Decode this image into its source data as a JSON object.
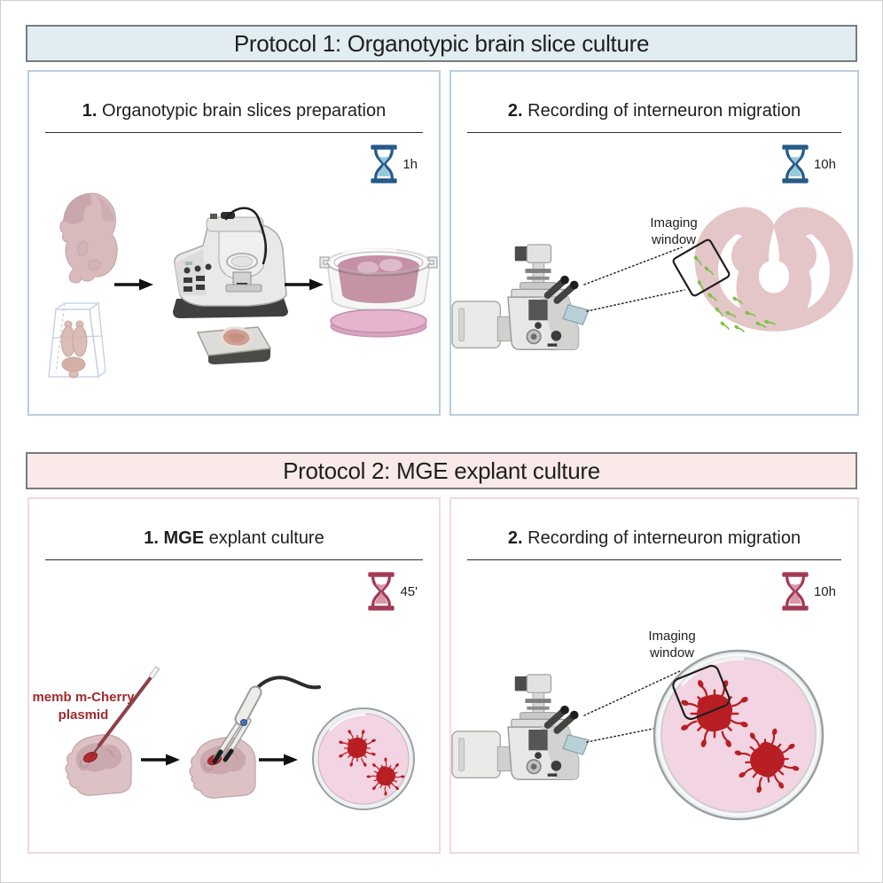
{
  "protocol1": {
    "title": "Protocol 1: Organotypic brain slice culture",
    "step1": {
      "number": "1. ",
      "title": "Organotypic brain slices preparation",
      "duration": "1h"
    },
    "step2": {
      "number": "2. ",
      "title": "Recording of interneuron migration",
      "duration": "10h",
      "imaging_label": "Imaging window"
    }
  },
  "protocol2": {
    "title": "Protocol 2: MGE explant culture",
    "step1": {
      "number": "1. ",
      "title_bold": "MGE ",
      "title": "explant culture",
      "duration": "45'",
      "plasmid_label": "memb m-Cherry plasmid"
    },
    "step2": {
      "number": "2. ",
      "title": "Recording of interneuron migration",
      "duration": "10h",
      "imaging_label": "Imaging window"
    }
  },
  "colors": {
    "page_border": "#cfcfcf",
    "header_border": "#7a7c7f",
    "header_text": "#1f1f1f",
    "protocol1_header_bg": "#e1edf0",
    "protocol1_panel_border": "#b9cde1",
    "protocol2_header_bg": "#f9e9e9",
    "protocol2_panel_border": "#eedada",
    "hourglass_blue_frame": "#265a87",
    "hourglass_blue_sand": "#96c8d8",
    "hourglass_red_frame": "#a23a55",
    "hourglass_red_sand": "#d897a9",
    "green_cell": "#7bc143",
    "red_cell": "#c1272d",
    "explant": "#b81f24",
    "plasmid_text": "#9e2b2b",
    "medium_pink": "#f2d4e2",
    "medium_magenta": "#a34a6f",
    "brain_pink": "#e4c6c8"
  }
}
